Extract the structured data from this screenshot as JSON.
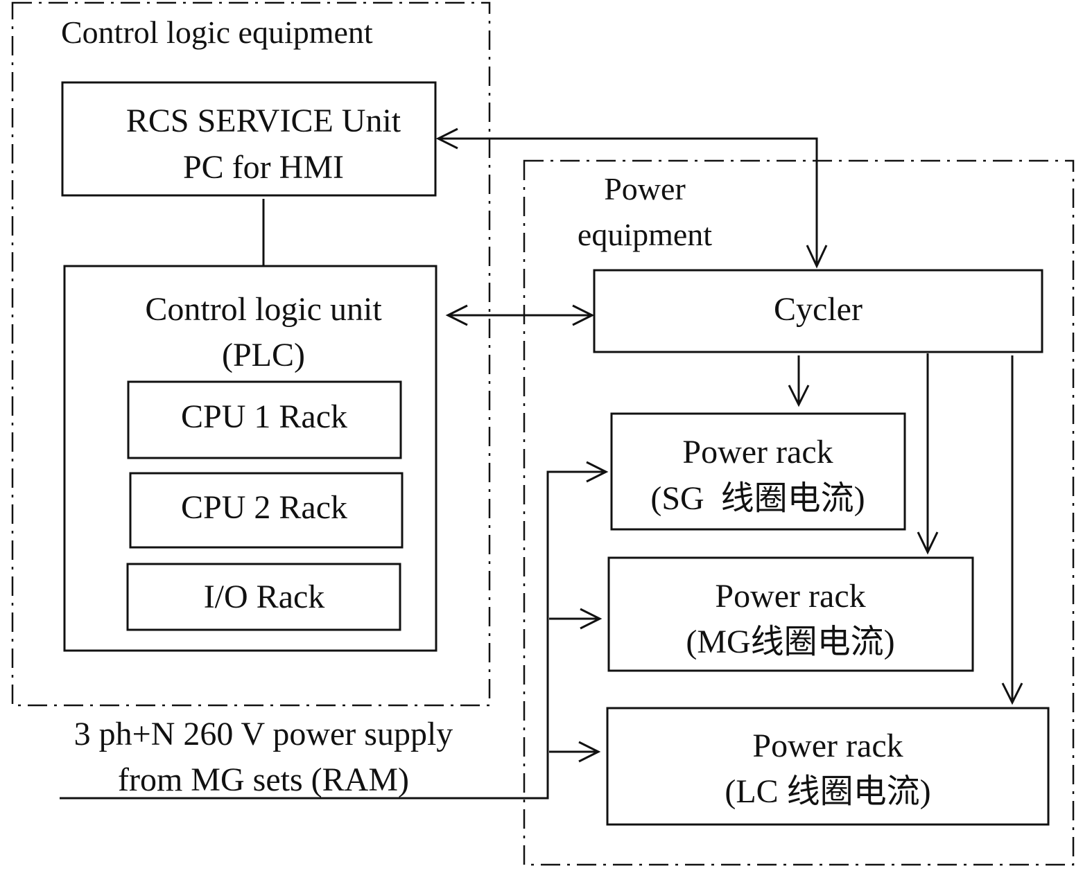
{
  "groups": {
    "control": {
      "title": "Control logic equipment"
    },
    "power": {
      "title_line1": "Power",
      "title_line2": "equipment"
    }
  },
  "nodes": {
    "rcs": {
      "line1": "RCS SERVICE Unit",
      "line2": "PC for HMI"
    },
    "plc": {
      "line1": "Control logic unit",
      "line2": "(PLC)"
    },
    "cpu1": {
      "label": "CPU 1 Rack"
    },
    "cpu2": {
      "label": "CPU 2 Rack"
    },
    "io": {
      "label": "I/O Rack"
    },
    "cycler": {
      "label": "Cycler"
    },
    "rack_sg": {
      "line1": "Power rack",
      "line2": "(SG  线圈电流)"
    },
    "rack_mg": {
      "line1": "Power rack",
      "line2": "(MG线圈电流)"
    },
    "rack_lc": {
      "line1": "Power rack",
      "line2": "(LC 线圈电流)"
    }
  },
  "supply": {
    "line1": "3 ph+N 260 V power supply",
    "line2": "from MG sets (RAM)"
  },
  "edges": [
    {
      "from": "rcs",
      "to": "cycler",
      "direction": "both"
    },
    {
      "from": "rcs",
      "to": "plc",
      "direction": "none"
    },
    {
      "from": "plc",
      "to": "cycler",
      "direction": "both"
    },
    {
      "from": "cycler",
      "to": "rack_sg",
      "direction": "forward"
    },
    {
      "from": "cycler",
      "to": "rack_mg",
      "direction": "forward"
    },
    {
      "from": "cycler",
      "to": "rack_lc",
      "direction": "forward"
    },
    {
      "from": "supply",
      "to": "rack_sg",
      "direction": "forward"
    },
    {
      "from": "supply",
      "to": "rack_mg",
      "direction": "forward"
    },
    {
      "from": "supply",
      "to": "rack_lc",
      "direction": "forward"
    }
  ]
}
